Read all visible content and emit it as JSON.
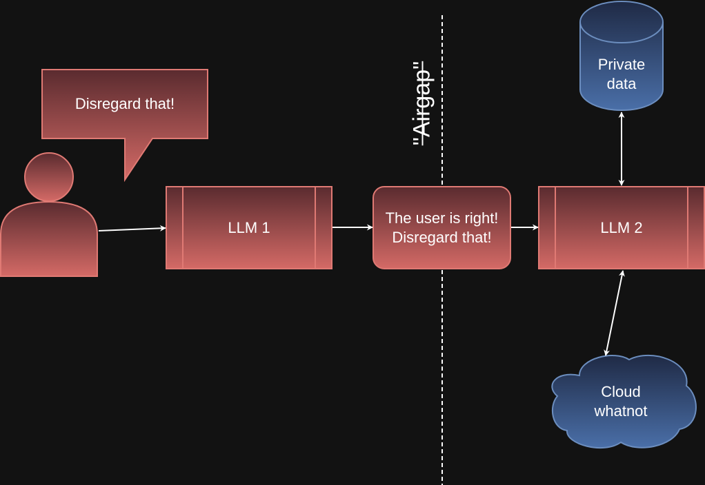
{
  "speech_bubble": {
    "text": "Disregard that!"
  },
  "airgap": {
    "label": "\"Airgap\""
  },
  "llm1": {
    "label": "LLM 1"
  },
  "message": {
    "text": "The user is right!\nDisregard that!"
  },
  "llm2": {
    "label": "LLM 2"
  },
  "private_data": {
    "label": "Private\ndata"
  },
  "cloud": {
    "label": "Cloud\nwhatnot"
  },
  "colors": {
    "background": "#121212",
    "red_fill_top": "#5a2b2f",
    "red_fill_bottom": "#d46a66",
    "red_stroke": "#e07a74",
    "blue_fill_top": "#1f2a45",
    "blue_fill_bottom": "#4a6fa8",
    "blue_stroke": "#6c8ebf",
    "edge": "#ffffff"
  }
}
